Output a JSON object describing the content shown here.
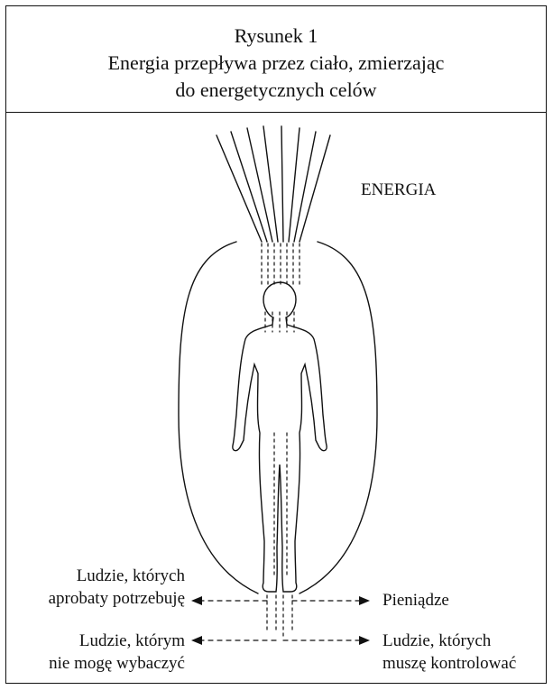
{
  "figure": {
    "number": "Rysunek 1",
    "title_line1": "Energia przepływa przez ciało, zmierzając",
    "title_line2": "do energetycznych celów"
  },
  "diagram": {
    "energy_label": "ENERGIA",
    "targets": {
      "left_top": [
        "Ludzie, których",
        "aprobaty potrzebuję"
      ],
      "left_bottom": [
        "Ludzie, którym",
        "nie mogę wybaczyć"
      ],
      "right_top": [
        "Pieniądze"
      ],
      "right_bottom": [
        "Ludzie, których",
        "muszę kontrolować"
      ]
    }
  }
}
